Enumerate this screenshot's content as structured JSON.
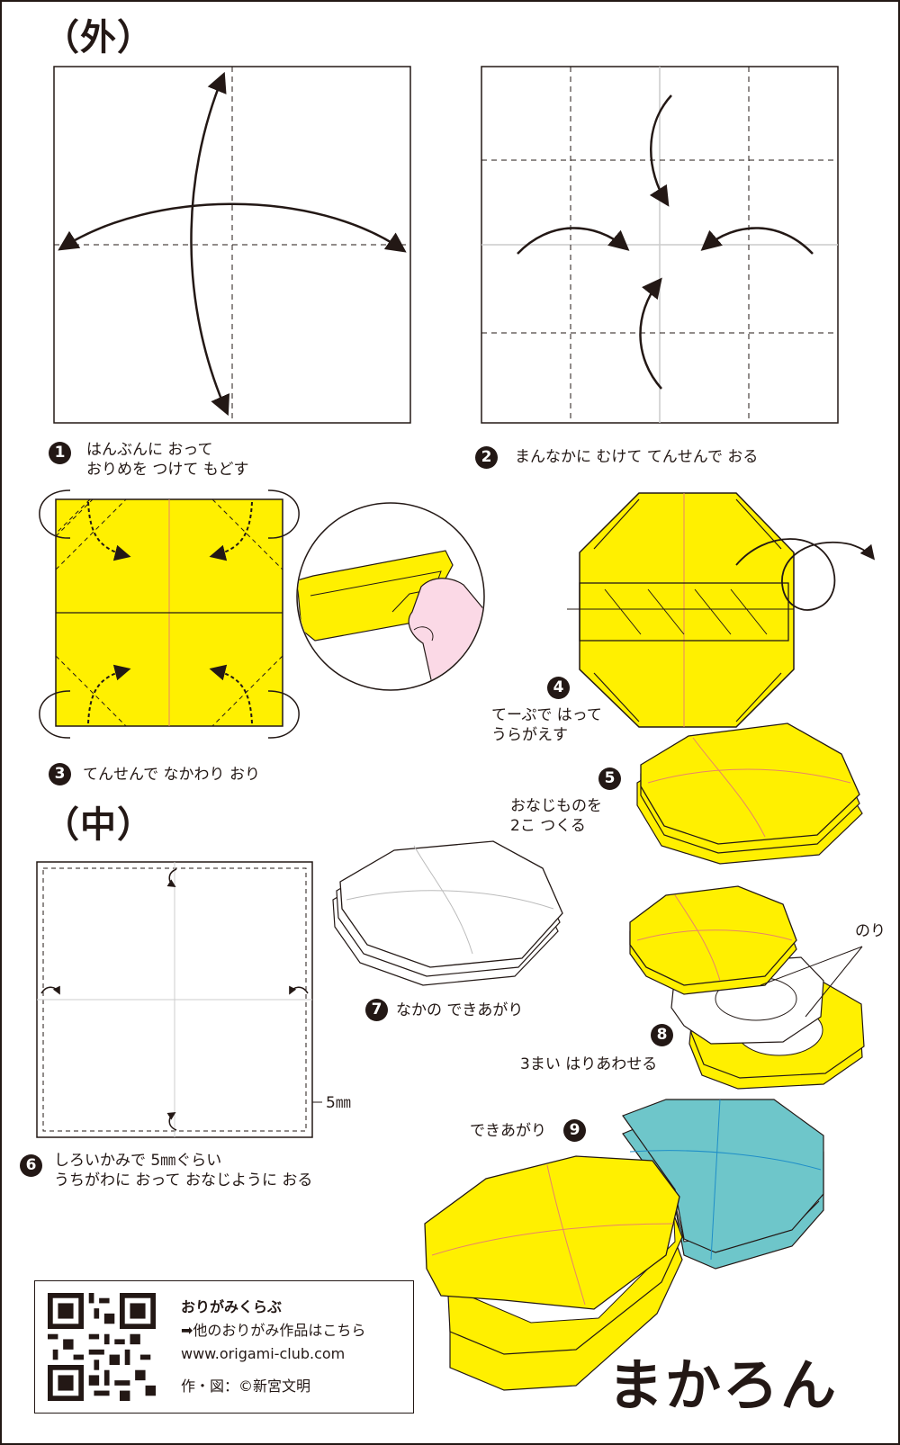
{
  "sections": {
    "outer": "（外）",
    "inner": "（中）"
  },
  "steps": [
    {
      "num": "1",
      "lines": [
        "はんぶんに おって",
        "おりめを つけて もどす"
      ]
    },
    {
      "num": "2",
      "lines": [
        "まんなかに むけて てんせんで おる"
      ]
    },
    {
      "num": "3",
      "lines": [
        "てんせんで なかわり おり"
      ]
    },
    {
      "num": "4",
      "lines": [
        "てーぷで はって",
        "うらがえす"
      ]
    },
    {
      "num": "5",
      "lines": [
        "おなじものを",
        "2こ つくる"
      ]
    },
    {
      "num": "6",
      "lines": [
        "しろいかみで 5㎜ぐらい",
        "うちがわに おって おなじように おる"
      ]
    },
    {
      "num": "7",
      "lines": [
        "なかの できあがり"
      ]
    },
    {
      "num": "8",
      "lines": [
        "3まい はりあわせる"
      ]
    },
    {
      "num": "9",
      "lines": [
        "できあがり"
      ]
    }
  ],
  "labels": {
    "glue": "のり",
    "margin": "5㎜"
  },
  "title": "まかろん",
  "credit": {
    "site": "おりがみくらぶ",
    "more": "➡他のおりがみ作品はこちら",
    "url": "www.origami-club.com",
    "author": "作・図：©新宮文明"
  },
  "colors": {
    "yellow": "#fff000",
    "teal": "#6ec6ca",
    "ink": "#231815",
    "crease": "#e8836a",
    "skin": "#fbd9e6"
  }
}
